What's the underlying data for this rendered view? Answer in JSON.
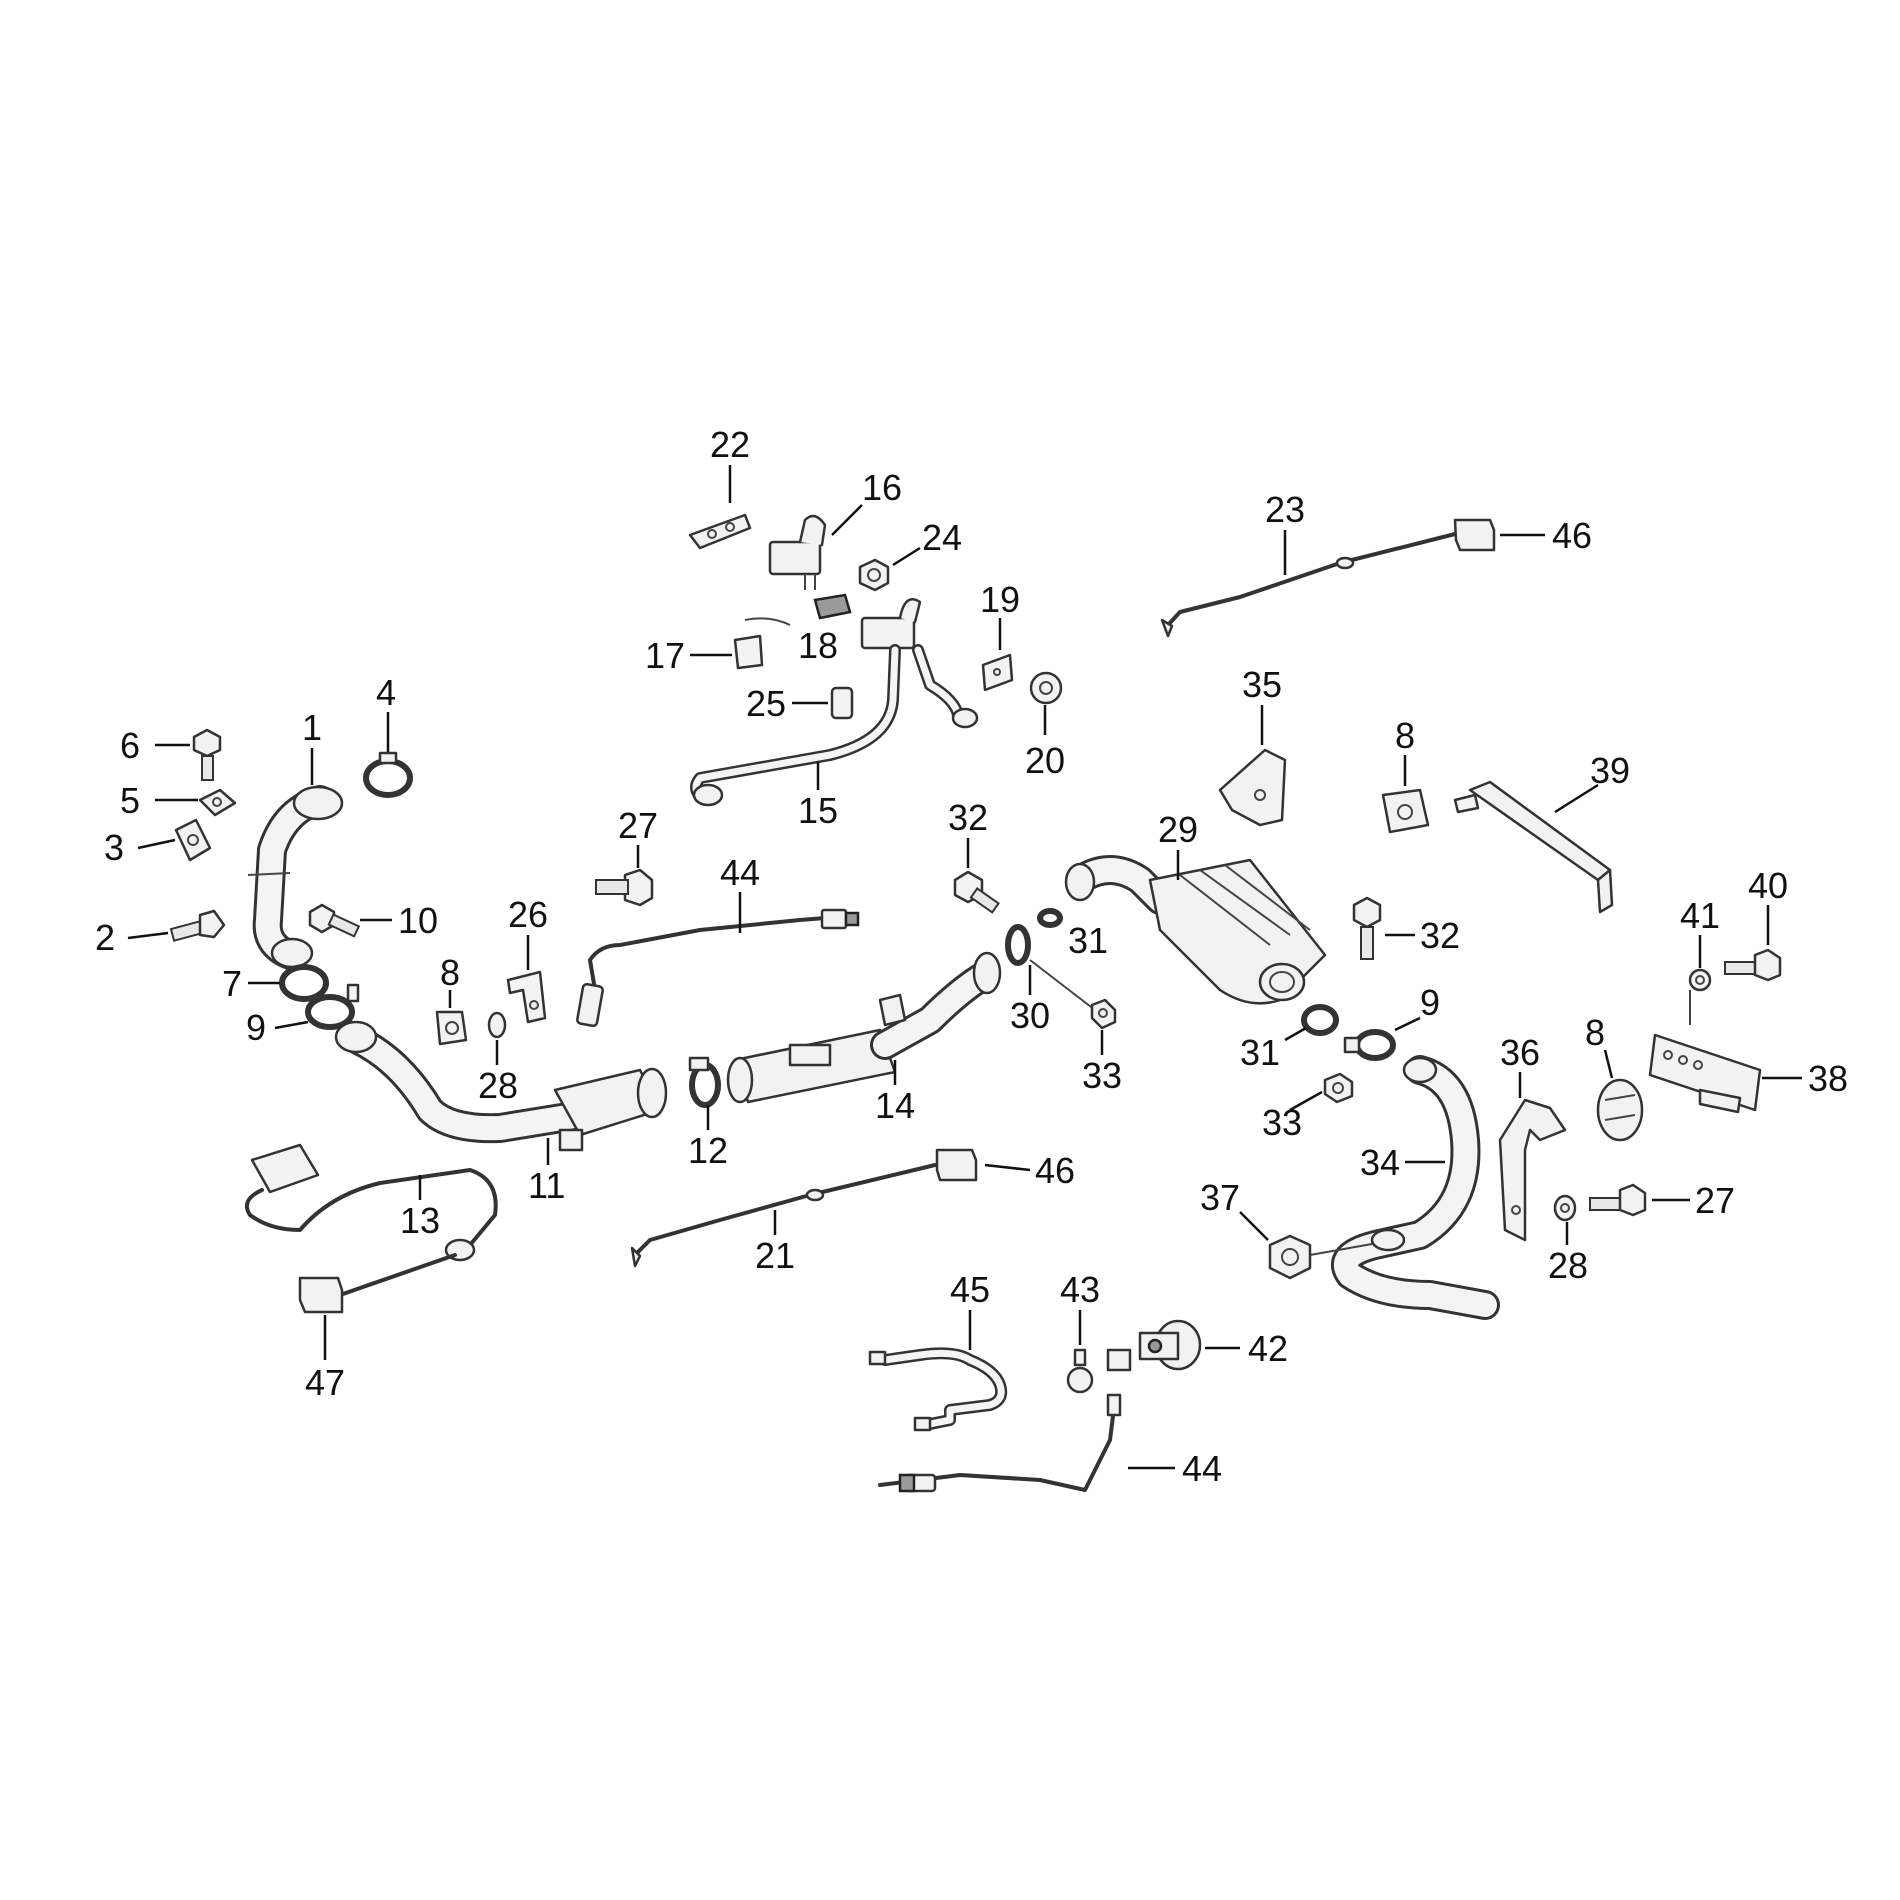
{
  "callouts": [
    {
      "id": "c1",
      "label": "1"
    },
    {
      "id": "c2",
      "label": "2"
    },
    {
      "id": "c3",
      "label": "3"
    },
    {
      "id": "c4",
      "label": "4"
    },
    {
      "id": "c5",
      "label": "5"
    },
    {
      "id": "c6",
      "label": "6"
    },
    {
      "id": "c7",
      "label": "7"
    },
    {
      "id": "c8a",
      "label": "8"
    },
    {
      "id": "c8b",
      "label": "8"
    },
    {
      "id": "c8c",
      "label": "8"
    },
    {
      "id": "c9a",
      "label": "9"
    },
    {
      "id": "c9b",
      "label": "9"
    },
    {
      "id": "c10",
      "label": "10"
    },
    {
      "id": "c11",
      "label": "11"
    },
    {
      "id": "c12",
      "label": "12"
    },
    {
      "id": "c13",
      "label": "13"
    },
    {
      "id": "c14",
      "label": "14"
    },
    {
      "id": "c15",
      "label": "15"
    },
    {
      "id": "c16",
      "label": "16"
    },
    {
      "id": "c17",
      "label": "17"
    },
    {
      "id": "c18",
      "label": "18"
    },
    {
      "id": "c19",
      "label": "19"
    },
    {
      "id": "c20",
      "label": "20"
    },
    {
      "id": "c21",
      "label": "21"
    },
    {
      "id": "c22",
      "label": "22"
    },
    {
      "id": "c23",
      "label": "23"
    },
    {
      "id": "c24",
      "label": "24"
    },
    {
      "id": "c25",
      "label": "25"
    },
    {
      "id": "c26",
      "label": "26"
    },
    {
      "id": "c27a",
      "label": "27"
    },
    {
      "id": "c27b",
      "label": "27"
    },
    {
      "id": "c28a",
      "label": "28"
    },
    {
      "id": "c28b",
      "label": "28"
    },
    {
      "id": "c29",
      "label": "29"
    },
    {
      "id": "c30",
      "label": "30"
    },
    {
      "id": "c31a",
      "label": "31"
    },
    {
      "id": "c31b",
      "label": "31"
    },
    {
      "id": "c32a",
      "label": "32"
    },
    {
      "id": "c32b",
      "label": "32"
    },
    {
      "id": "c33a",
      "label": "33"
    },
    {
      "id": "c33b",
      "label": "33"
    },
    {
      "id": "c34",
      "label": "34"
    },
    {
      "id": "c35",
      "label": "35"
    },
    {
      "id": "c36",
      "label": "36"
    },
    {
      "id": "c37",
      "label": "37"
    },
    {
      "id": "c38",
      "label": "38"
    },
    {
      "id": "c39",
      "label": "39"
    },
    {
      "id": "c40",
      "label": "40"
    },
    {
      "id": "c41",
      "label": "41"
    },
    {
      "id": "c42",
      "label": "42"
    },
    {
      "id": "c43",
      "label": "43"
    },
    {
      "id": "c44a",
      "label": "44"
    },
    {
      "id": "c44b",
      "label": "44"
    },
    {
      "id": "c45",
      "label": "45"
    },
    {
      "id": "c46a",
      "label": "46"
    },
    {
      "id": "c46b",
      "label": "46"
    },
    {
      "id": "c47",
      "label": "47"
    }
  ]
}
